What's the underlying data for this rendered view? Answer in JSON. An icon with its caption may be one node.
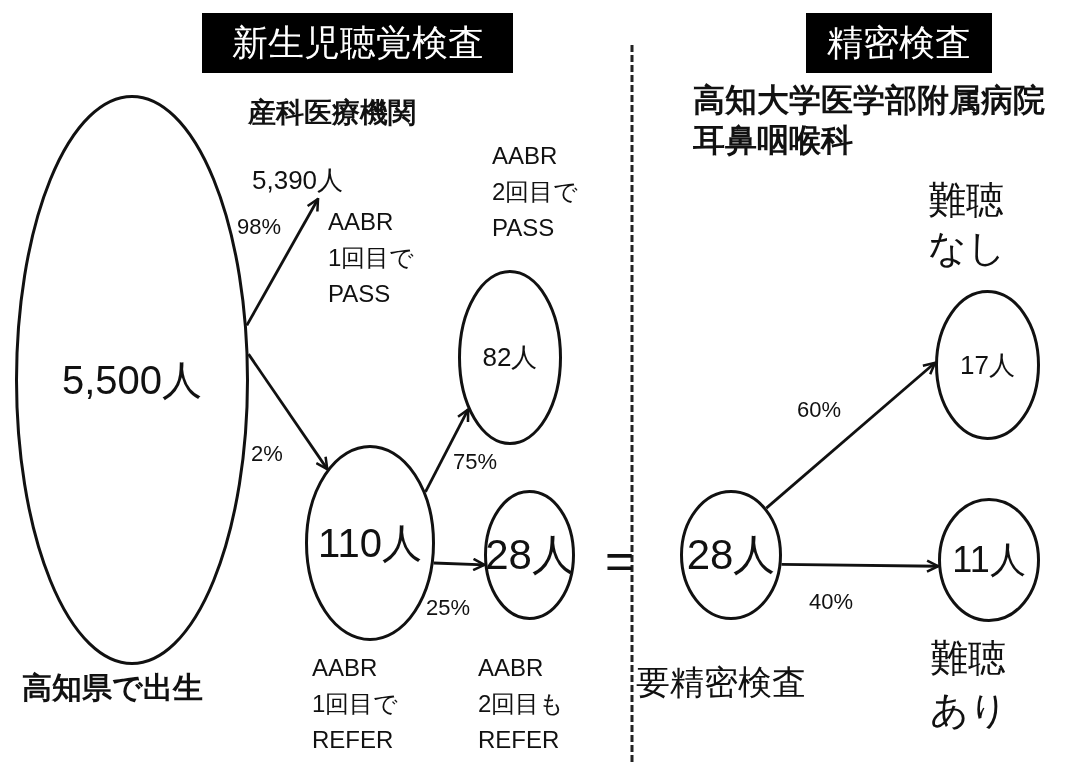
{
  "diagram": {
    "nodes": [
      {
        "text": [
          "新生児聴覚検査"
        ]
      },
      {
        "text": [
          "精密検査"
        ]
      },
      {
        "text": [
          "5,500人"
        ],
        "beside": [
          "高知県で出生"
        ]
      },
      {
        "text": [
          "5,390人"
        ],
        "beside": [
          "AABR 1回目で PASS"
        ]
      },
      {
        "text": [
          "110人"
        ],
        "beside": [
          "AABR 1回目で REFER"
        ]
      },
      {
        "text": [
          "82人"
        ],
        "beside": [
          "AABR 2回目で PASS"
        ]
      },
      {
        "text": [
          "28人"
        ],
        "beside": [
          "AABR 2回目も REFER"
        ]
      },
      {
        "text": [
          "28人"
        ],
        "beside": [
          "要精密検査"
        ]
      },
      {
        "text": [
          "17人"
        ],
        "beside": [
          "難聴なし"
        ]
      },
      {
        "text": [
          "11人"
        ],
        "beside": [
          "難聴あり"
        ]
      }
    ],
    "edges": [
      {
        "from": 2,
        "to": 3,
        "arrow": "to",
        "label": "98%"
      },
      {
        "from": 2,
        "to": 4,
        "arrow": "to",
        "label": "2%"
      },
      {
        "from": 4,
        "to": 5,
        "arrow": "to",
        "label": "75%"
      },
      {
        "from": 4,
        "to": 6,
        "arrow": "to",
        "label": "25%"
      },
      {
        "from": 7,
        "to": 8,
        "arrow": "to",
        "label": "60%"
      },
      {
        "from": 7,
        "to": 9,
        "arrow": "to",
        "label": "40%"
      }
    ],
    "labels": [
      "産科医療機関",
      "高知大学医学部附属病院耳鼻咽喉科",
      "="
    ]
  }
}
